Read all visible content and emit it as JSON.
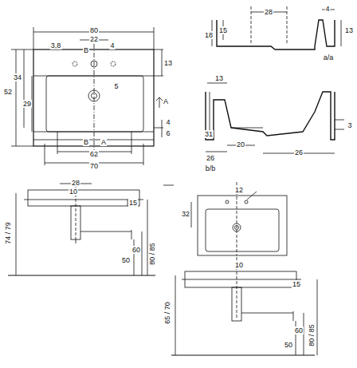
{
  "diagram": {
    "labels": [
      "80",
      "3,8",
      "22",
      "4",
      "B",
      "13",
      "52",
      "34",
      "29",
      "5",
      "A",
      "4",
      "6",
      "B",
      "A",
      "62",
      "70",
      "28",
      "4",
      "18",
      "15",
      "13",
      "a/a",
      "13",
      "3",
      "31",
      "20",
      "26",
      "26",
      "b/b",
      "28",
      "10",
      "15",
      "74 / 79",
      "60",
      "50",
      "80 / 85",
      "12",
      "32",
      "10",
      "15",
      "65 / 70",
      "60",
      "50",
      "80 / 85"
    ]
  }
}
